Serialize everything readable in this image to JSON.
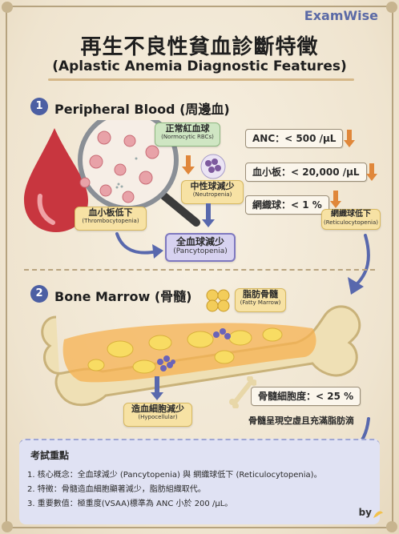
{
  "brand": "ExamWise",
  "title": "再生不良性貧血診斷特徵",
  "subtitle": "(Aplastic Anemia Diagnostic Features)",
  "section1": {
    "number": "1",
    "heading": "Peripheral Blood (周邊血)",
    "normocytic": {
      "main": "正常紅血球",
      "sub": "(Normocytic RBCs)"
    },
    "neutropenia": {
      "main": "中性球減少",
      "sub": "(Neutropenia)"
    },
    "thrombocytopenia": {
      "main": "血小板低下",
      "sub": "(Thrombocytopenia)"
    },
    "pancytopenia": {
      "main": "全血球減少",
      "sub": "(Pancytopenia)"
    },
    "values": {
      "anc": "ANC：< 500 /µL",
      "platelet": "血小板：< 20,000 /µL",
      "reticulocyte": "網織球：< 1 %"
    },
    "reticulocytopenia": {
      "main": "網織球低下",
      "sub": "(Reticulocytopenia)"
    }
  },
  "section2": {
    "number": "2",
    "heading": "Bone Marrow (骨髓)",
    "fatty": {
      "main": "脂肪骨髓",
      "sub": "(Fatty Marrow)"
    },
    "hypocellular": {
      "main": "造血細胞減少",
      "sub": "(Hypocellular)"
    },
    "cellularity": "骨髓細胞度：< 25 %",
    "cellularity_note": "骨髓呈現空虛且充滿脂肪滴"
  },
  "exam": {
    "title": "考試重點",
    "lines": [
      "1. 核心概念：全血球減少 (Pancytopenia) 與 網織球低下 (Reticulocytopenia)。",
      "2. 特徵：骨髓造血細胞顯著減少，脂肪組織取代。",
      "3. 重要數值：極重度(VSAA)標準為 ANC 小於 200 /µL。"
    ]
  },
  "signature": "by",
  "colors": {
    "accent": "#4c5fa3",
    "drop": "#c8363f",
    "arrow": "#e0873a"
  }
}
